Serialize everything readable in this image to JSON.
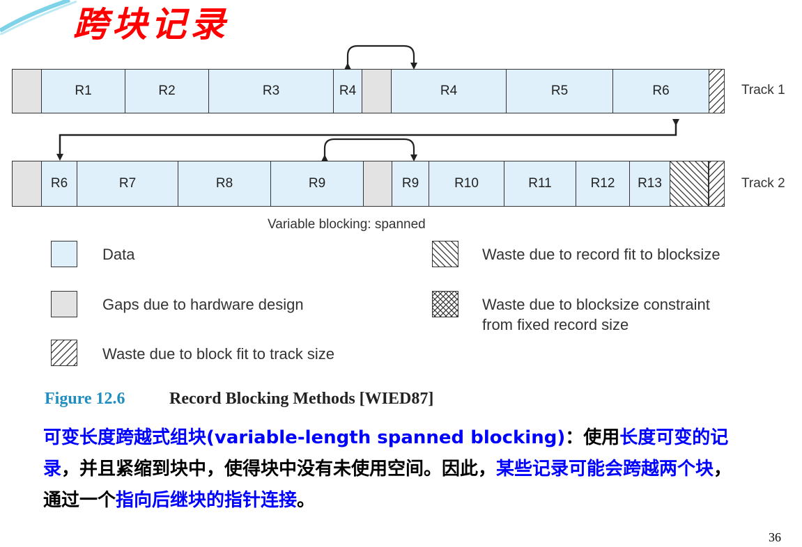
{
  "title": "跨块记录",
  "tracks": [
    {
      "label": "Track 1",
      "segments": [
        {
          "kind": "gap",
          "label": ""
        },
        {
          "kind": "data",
          "label": "R1"
        },
        {
          "kind": "data",
          "label": "R2"
        },
        {
          "kind": "data",
          "label": "R3"
        },
        {
          "kind": "data",
          "label": "R4"
        },
        {
          "kind": "gap",
          "label": ""
        },
        {
          "kind": "data",
          "label": "R4"
        },
        {
          "kind": "data",
          "label": "R5"
        },
        {
          "kind": "data",
          "label": "R6"
        },
        {
          "kind": "waste-track",
          "label": ""
        }
      ]
    },
    {
      "label": "Track 2",
      "segments": [
        {
          "kind": "gap",
          "label": ""
        },
        {
          "kind": "data",
          "label": "R6"
        },
        {
          "kind": "data",
          "label": "R7"
        },
        {
          "kind": "data",
          "label": "R8"
        },
        {
          "kind": "data",
          "label": "R9"
        },
        {
          "kind": "gap",
          "label": ""
        },
        {
          "kind": "data",
          "label": "R9"
        },
        {
          "kind": "data",
          "label": "R10"
        },
        {
          "kind": "data",
          "label": "R11"
        },
        {
          "kind": "data",
          "label": "R12"
        },
        {
          "kind": "data",
          "label": "R13"
        },
        {
          "kind": "waste-record",
          "label": ""
        }
      ]
    }
  ],
  "diagram_caption": "Variable blocking: spanned",
  "legend": {
    "data": "Data",
    "gaps": "Gaps due to hardware design",
    "waste_track": "Waste due to block fit to track size",
    "waste_record": "Waste due to record fit to blocksize",
    "waste_fixed_line1": "Waste due to blocksize constraint",
    "waste_fixed_line2": "from fixed record size"
  },
  "figure": {
    "label": "Figure 12.6",
    "title": "Record Blocking Methods [WIED87]"
  },
  "description": {
    "p1_blue": "可变长度跨越式组块(variable-length spanned blocking)",
    "p1_black": "：使用",
    "p2_blue": "长度可变的记录",
    "p2_black": "，并且紧缩到块中，使得块中没有未使用空间。因此，",
    "p3_blue": "某些记录可能会跨越两个块",
    "p3_black": "，通过一个",
    "p4_blue": "指向后继块的指针连接",
    "p4_black": "。"
  },
  "page_number": "36",
  "colors": {
    "title": "#ff0000",
    "data_fill": "#dff0fa",
    "gap_fill": "#e3e3e3",
    "figure_label": "#1f8dbd",
    "highlight": "#0000ff"
  }
}
